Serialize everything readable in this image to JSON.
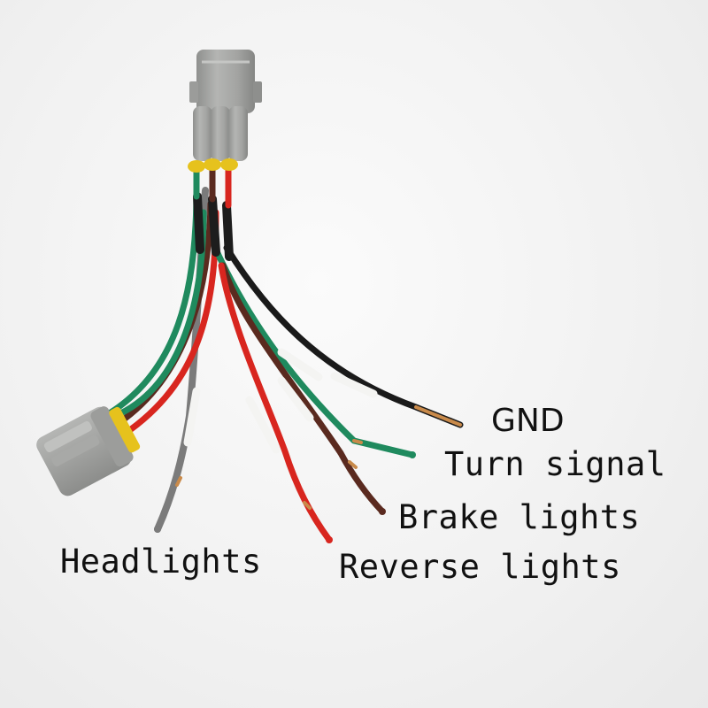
{
  "labels": {
    "gnd": "GND",
    "turn_signal": "Turn signal",
    "brake_lights": "Brake lights",
    "headlights": "Headlights",
    "reverse_lights": "Reverse lights"
  },
  "colors": {
    "background": "#f4f4f4",
    "connector_gray": "#a9aaa8",
    "seal_yellow": "#e6c21d",
    "wire_black": "#1a1a1a",
    "wire_green": "#1f8a5e",
    "wire_brown": "#5a2a1f",
    "wire_red": "#d8261f",
    "wire_gray": "#7b7b7b",
    "copper": "#c98a4a",
    "marker_sleeve": "#f4f4f2"
  }
}
